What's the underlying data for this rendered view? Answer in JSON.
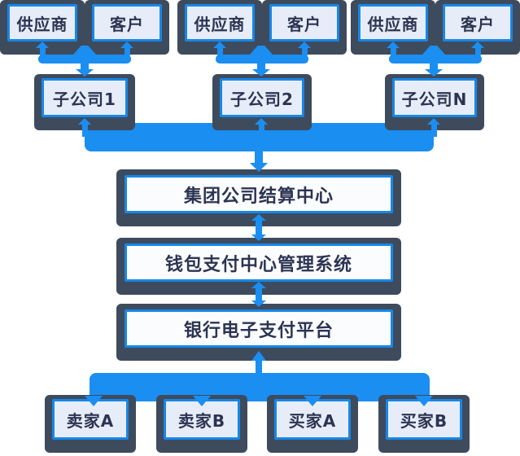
{
  "diagram": {
    "top_row": [
      {
        "id": "supplier-1",
        "label": "供应商"
      },
      {
        "id": "customer-1",
        "label": "客户"
      },
      {
        "id": "supplier-2",
        "label": "供应商"
      },
      {
        "id": "customer-2",
        "label": "客户"
      },
      {
        "id": "supplier-3",
        "label": "供应商"
      },
      {
        "id": "customer-3",
        "label": "客户"
      }
    ],
    "subsidiaries": [
      {
        "id": "subsidiary-1",
        "label": "子公司1"
      },
      {
        "id": "subsidiary-2",
        "label": "子公司2"
      },
      {
        "id": "subsidiary-n",
        "label": "子公司N"
      }
    ],
    "core_stack": [
      {
        "id": "group-settlement-center",
        "label": "集团公司结算中心"
      },
      {
        "id": "wallet-payment-center",
        "label": "钱包支付中心管理系统"
      },
      {
        "id": "bank-epay-platform",
        "label": "银行电子支付平台"
      }
    ],
    "bottom_row": [
      {
        "id": "seller-a",
        "label": "卖家A"
      },
      {
        "id": "seller-b",
        "label": "卖家B"
      },
      {
        "id": "buyer-a",
        "label": "买家A"
      },
      {
        "id": "buyer-b",
        "label": "买家B"
      }
    ],
    "colors": {
      "connector_blue": "#1b8ef2",
      "container_dark": "#3e4b5d",
      "node_border_blue": "#1787e8",
      "node_fill_light": "#e7edf8",
      "node_fill_white": "#fbfcfe",
      "label_text": "#2c3452",
      "background": "#ffffff"
    }
  }
}
